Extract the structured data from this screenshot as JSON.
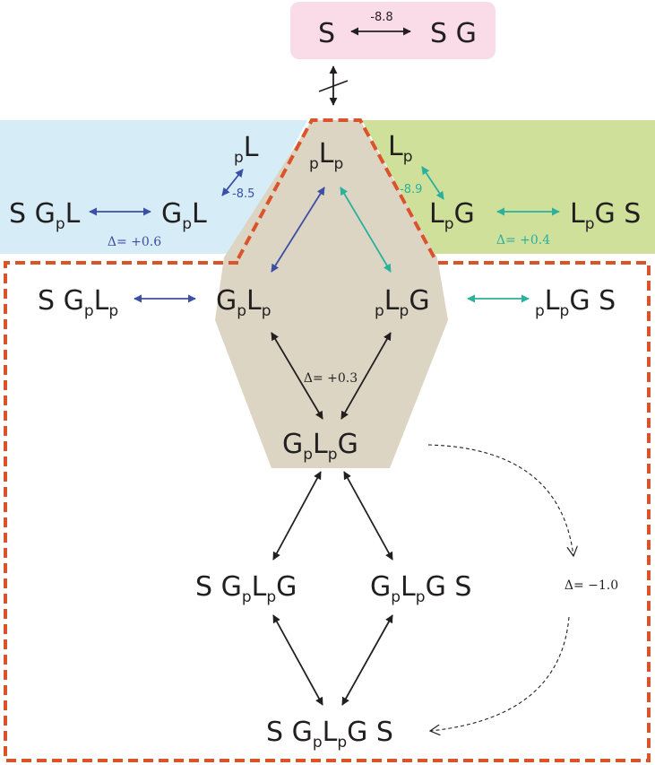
{
  "colors": {
    "pink_box": "#fadbe8",
    "blue_region": "#d6edf8",
    "green_region": "#cfe09a",
    "tan_region": "#ddd5c3",
    "dashed_border": "#d9542b",
    "blue_arrow": "#3c4fa5",
    "teal_arrow": "#2ab09c",
    "black_arrow": "#231f20"
  },
  "species": {
    "s": [
      "S"
    ],
    "sg": [
      "S G"
    ],
    "pl": [
      "",
      "p",
      "L"
    ],
    "plp": [
      "",
      "p",
      "L",
      "p"
    ],
    "lp": [
      "L",
      "p"
    ],
    "sgpl": [
      "S G",
      "p",
      "L"
    ],
    "gpl": [
      "G",
      "p",
      "L"
    ],
    "lpg": [
      "L",
      "p",
      "G"
    ],
    "lpgs": [
      "L",
      "p",
      "G S"
    ],
    "sgplp": [
      "S G",
      "p",
      "L",
      "p"
    ],
    "gplp": [
      "G",
      "p",
      "L",
      "p"
    ],
    "plpg": [
      "",
      "p",
      "L",
      "p",
      "G"
    ],
    "plpgs": [
      "",
      "p",
      "L",
      "p",
      "G S"
    ],
    "gplpg": [
      "G",
      "p",
      "L",
      "p",
      "G"
    ],
    "sgplpg": [
      "S G",
      "p",
      "L",
      "p",
      "G"
    ],
    "gplpgs": [
      "G",
      "p",
      "L",
      "p",
      "G S"
    ],
    "sgplpgs": [
      "S G",
      "p",
      "L",
      "p",
      "G S"
    ]
  },
  "labels": {
    "top_energy": "-8.8",
    "blue_energy": "-8.5",
    "green_energy": "-8.9",
    "delta_blue": "Δ= +0.6",
    "delta_green": "Δ= +0.4",
    "delta_center": "Δ= +0.3",
    "delta_dashed": "Δ= −1.0"
  }
}
